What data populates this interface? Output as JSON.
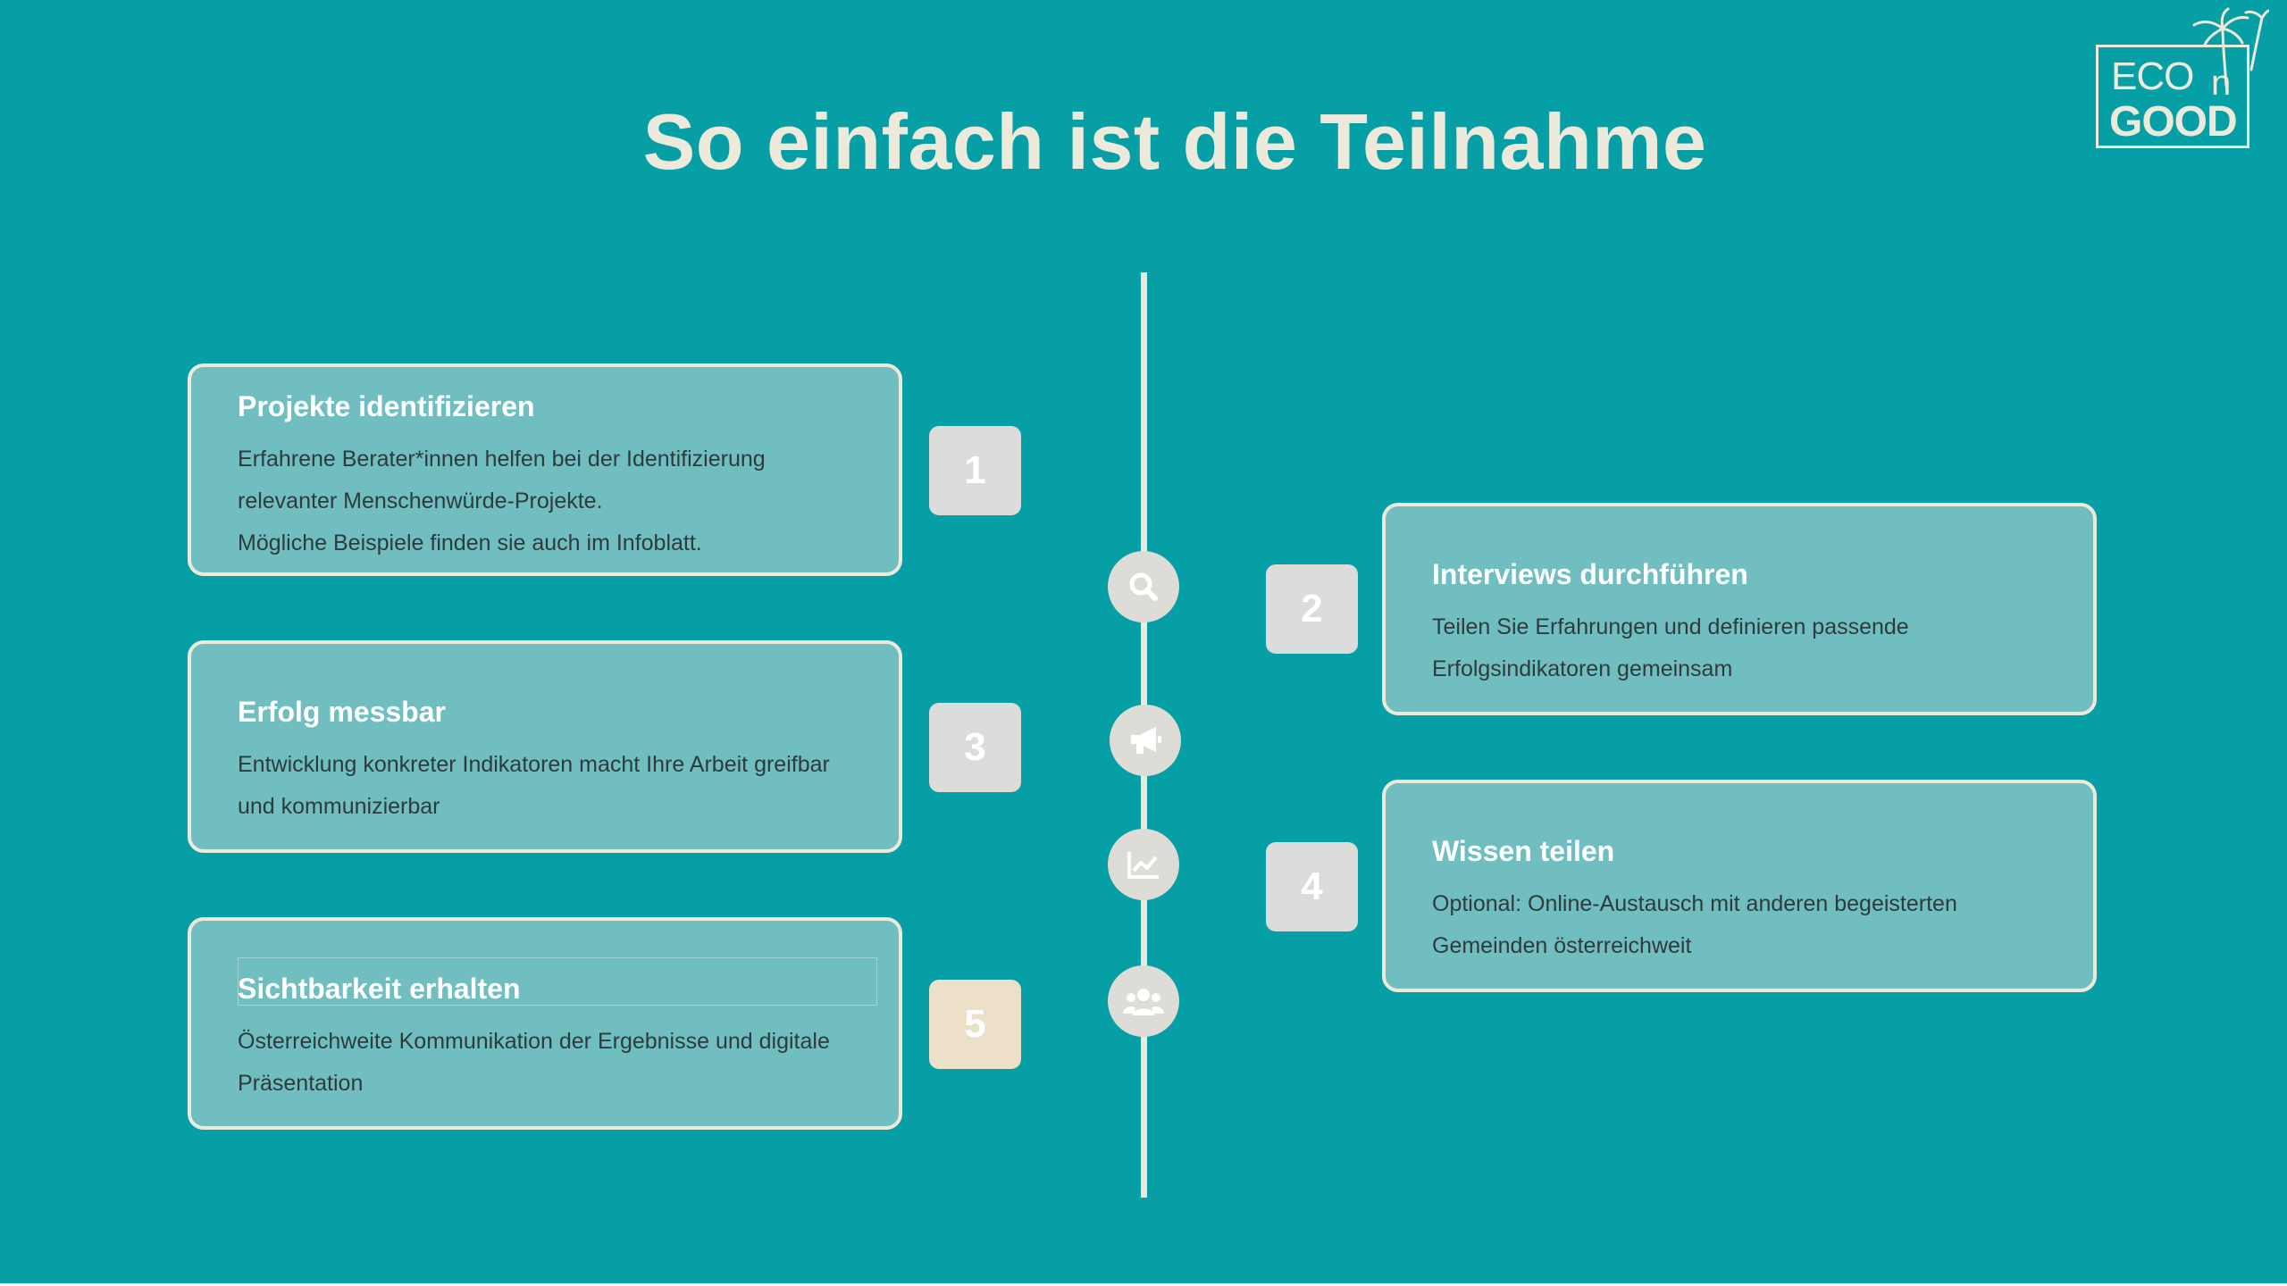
{
  "slide": {
    "title": "So einfach ist die Teilnahme"
  },
  "logo": {
    "eco": "ECO",
    "n": "n",
    "good": "GOOD"
  },
  "steps": [
    {
      "number": "1",
      "title": "Projekte identifizieren",
      "lines": [
        "Erfahrene Berater*innen helfen bei der Identifizierung",
        "relevanter Menschenwürde-Projekte.",
        "Mögliche Beispiele finden sie auch im Infoblatt."
      ],
      "icon": "search-icon"
    },
    {
      "number": "2",
      "title": "Interviews durchführen",
      "lines": [
        "Teilen Sie Erfahrungen und definieren passende",
        "Erfolgsindikatoren gemeinsam"
      ],
      "icon": "megaphone-icon"
    },
    {
      "number": "3",
      "title": "Erfolg messbar",
      "lines": [
        "Entwicklung konkreter Indikatoren macht Ihre Arbeit greifbar",
        "und kommunizierbar"
      ],
      "icon": "chart-icon"
    },
    {
      "number": "4",
      "title": "Wissen teilen",
      "lines": [
        "Optional: Online-Austausch mit anderen begeisterten",
        "Gemeinden österreichweit"
      ],
      "icon": "people-icon"
    },
    {
      "number": "5",
      "title": "Sichtbarkeit erhalten",
      "lines": [
        "Österreichweite Kommunikation der Ergebnisse und digitale",
        "Präsentation"
      ]
    }
  ],
  "colors": {
    "background": "#069fa5",
    "card": "#71bec1",
    "accent": "#eeeadb",
    "number_box": "#dcdcdb",
    "number_box_highlight": "#ece0c8"
  }
}
